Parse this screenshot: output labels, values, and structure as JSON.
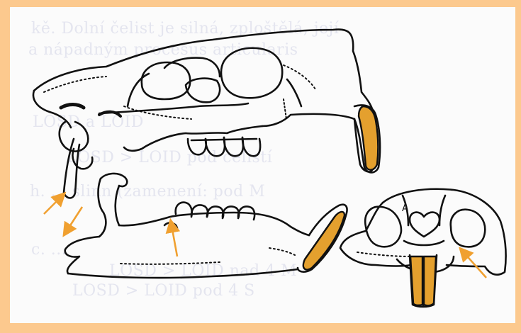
{
  "background_text": {
    "line1": "kě. Dolní čelist je silná, zploštělá, její",
    "line2": "a nápadným procesus articularis",
    "line3": "LOSD a LOID",
    "line4": "LOSD > LOID pod čelistí",
    "line5": "h. ... slinn (zamenení: pod M",
    "line6": "LOSD > LOID nad 4 M",
    "line7": "c. ...",
    "line8": "LOSD > LOID pod 4 S"
  },
  "labels": {
    "foramen_mark": "A"
  },
  "colors": {
    "frame": "#fcc98e",
    "page": "#fbfbfb",
    "incisor": "#e4a02e",
    "arrow": "#f0a030",
    "ink": "#111111"
  },
  "figures": {
    "skull_lateral": "skull-lateral-view",
    "mandible": "mandible-lateral-view",
    "skull_front": "skull-frontal-view"
  }
}
